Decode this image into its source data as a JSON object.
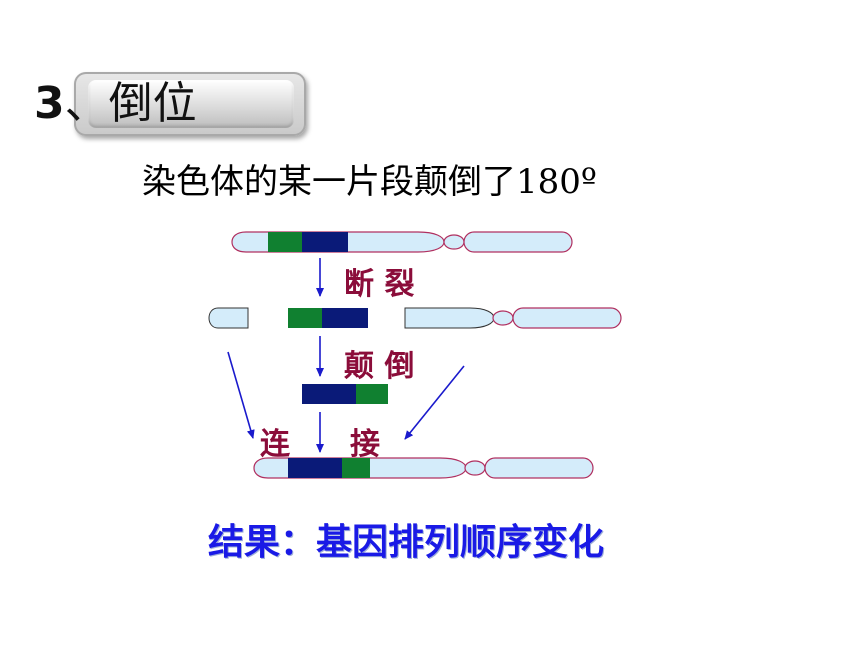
{
  "title": {
    "number": "3",
    "word": "、倒位"
  },
  "description": "染色体的某一片段颠倒了180º",
  "steps": {
    "break": "断 裂",
    "invert": "颠 倒",
    "join_left": "连",
    "join_right": "接"
  },
  "result": "结果：基因排列顺序变化",
  "colors": {
    "chromosome_fill": "#d4ecfa",
    "chromosome_outline": "#b03060",
    "segment_green": "#108030",
    "segment_navy": "#0a1a78",
    "arrow": "#1a1acc",
    "step_label": "#8b0d3a",
    "result_text": "#1a1ae6"
  }
}
